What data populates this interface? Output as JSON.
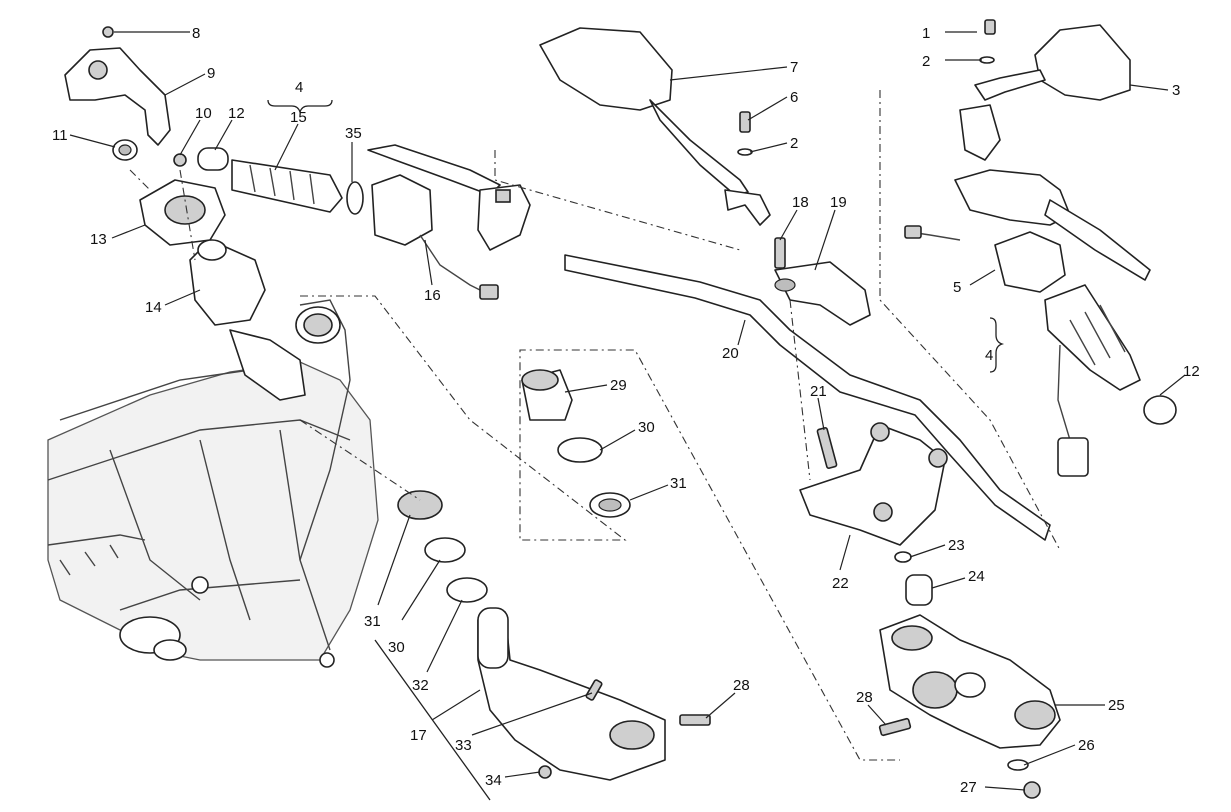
{
  "diagram": {
    "callouts": [
      {
        "id": "c1",
        "label": "1"
      },
      {
        "id": "c2a",
        "label": "2"
      },
      {
        "id": "c2b",
        "label": "2"
      },
      {
        "id": "c3",
        "label": "3"
      },
      {
        "id": "c4a",
        "label": "4"
      },
      {
        "id": "c4b",
        "label": "4"
      },
      {
        "id": "c5",
        "label": "5"
      },
      {
        "id": "c6",
        "label": "6"
      },
      {
        "id": "c7",
        "label": "7"
      },
      {
        "id": "c8",
        "label": "8"
      },
      {
        "id": "c9",
        "label": "9"
      },
      {
        "id": "c10",
        "label": "10"
      },
      {
        "id": "c11",
        "label": "11"
      },
      {
        "id": "c12a",
        "label": "12"
      },
      {
        "id": "c12b",
        "label": "12"
      },
      {
        "id": "c13",
        "label": "13"
      },
      {
        "id": "c14",
        "label": "14"
      },
      {
        "id": "c15",
        "label": "15"
      },
      {
        "id": "c16",
        "label": "16"
      },
      {
        "id": "c17",
        "label": "17"
      },
      {
        "id": "c18",
        "label": "18"
      },
      {
        "id": "c19",
        "label": "19"
      },
      {
        "id": "c20",
        "label": "20"
      },
      {
        "id": "c21",
        "label": "21"
      },
      {
        "id": "c22",
        "label": "22"
      },
      {
        "id": "c23",
        "label": "23"
      },
      {
        "id": "c24",
        "label": "24"
      },
      {
        "id": "c25",
        "label": "25"
      },
      {
        "id": "c26",
        "label": "26"
      },
      {
        "id": "c27",
        "label": "27"
      },
      {
        "id": "c28a",
        "label": "28"
      },
      {
        "id": "c28b",
        "label": "28"
      },
      {
        "id": "c29",
        "label": "29"
      },
      {
        "id": "c30a",
        "label": "30"
      },
      {
        "id": "c30b",
        "label": "30"
      },
      {
        "id": "c31a",
        "label": "31"
      },
      {
        "id": "c31b",
        "label": "31"
      },
      {
        "id": "c32",
        "label": "32"
      },
      {
        "id": "c33",
        "label": "33"
      },
      {
        "id": "c34",
        "label": "34"
      },
      {
        "id": "c35",
        "label": "35"
      }
    ]
  }
}
